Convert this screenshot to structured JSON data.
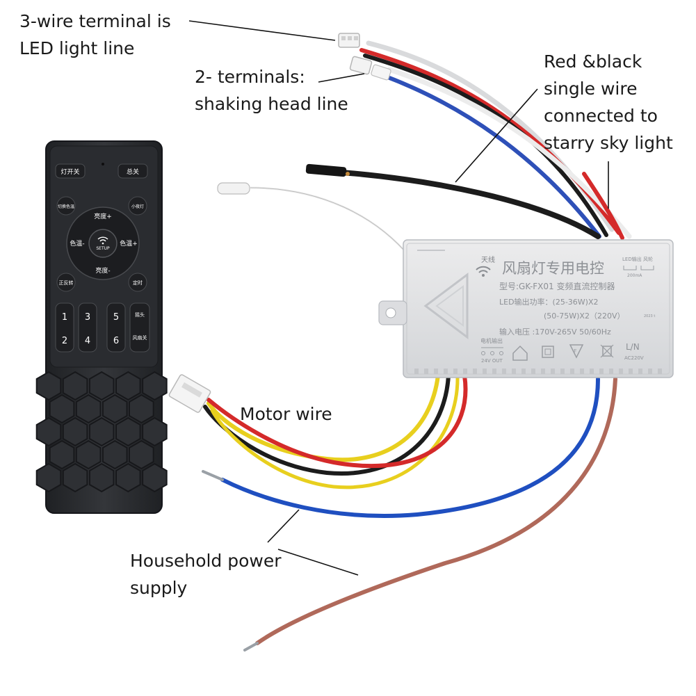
{
  "callouts": {
    "led_terminal": [
      "3-wire terminal is",
      "LED light line"
    ],
    "shaking_head": [
      "2- terminals:",
      "shaking head line"
    ],
    "starry_sky": [
      "Red &black",
      "single wire",
      "connected to",
      "starry sky light"
    ],
    "motor": [
      "Motor wire"
    ],
    "power": [
      "Household power",
      "supply"
    ]
  },
  "remote": {
    "buttons": {
      "light_toggle": "灯开关",
      "master_off": "总关",
      "color_switch": "切换色温",
      "night_light": "小夜灯",
      "brightness_up": "亮度+",
      "brightness_down": "亮度-",
      "color_temp_minus": "色温-",
      "color_temp_plus": "色温+",
      "setup": "SETUP",
      "reverse": "正反转",
      "timer": "定时",
      "speed_1": "1",
      "speed_2": "2",
      "speed_3": "3",
      "speed_4": "4",
      "speed_5": "5",
      "speed_6": "6",
      "oscillate": "摇头",
      "fan_off": "风扇关"
    }
  },
  "controller": {
    "antenna_label": "天线",
    "title": "风扇灯专用电控",
    "model": "型号:GK-FX01 变频直流控制器",
    "led_power": "LED输出功率：(25-36W)X2",
    "led_power_2": "(50-75W)X2（220V）",
    "input_voltage": "输入电压 :170V-265V  50/60Hz",
    "led_out_label": "LED输出 风轮",
    "current": "200mA",
    "year": "2023 t",
    "motor_out": "电机输出",
    "motor_out_voltage": "24V OUT",
    "ln": "L/N",
    "ac": "AC220V"
  },
  "colors": {
    "wire_red": "#d42a2a",
    "wire_black": "#1c1c1c",
    "wire_yellow": "#e8cf1e",
    "wire_blue": "#1f4fc0",
    "wire_brown": "#b0695a",
    "wire_white": "#e6e6e6",
    "remote_body": "#2b2d30",
    "controller_body": "#e2e3e5"
  }
}
